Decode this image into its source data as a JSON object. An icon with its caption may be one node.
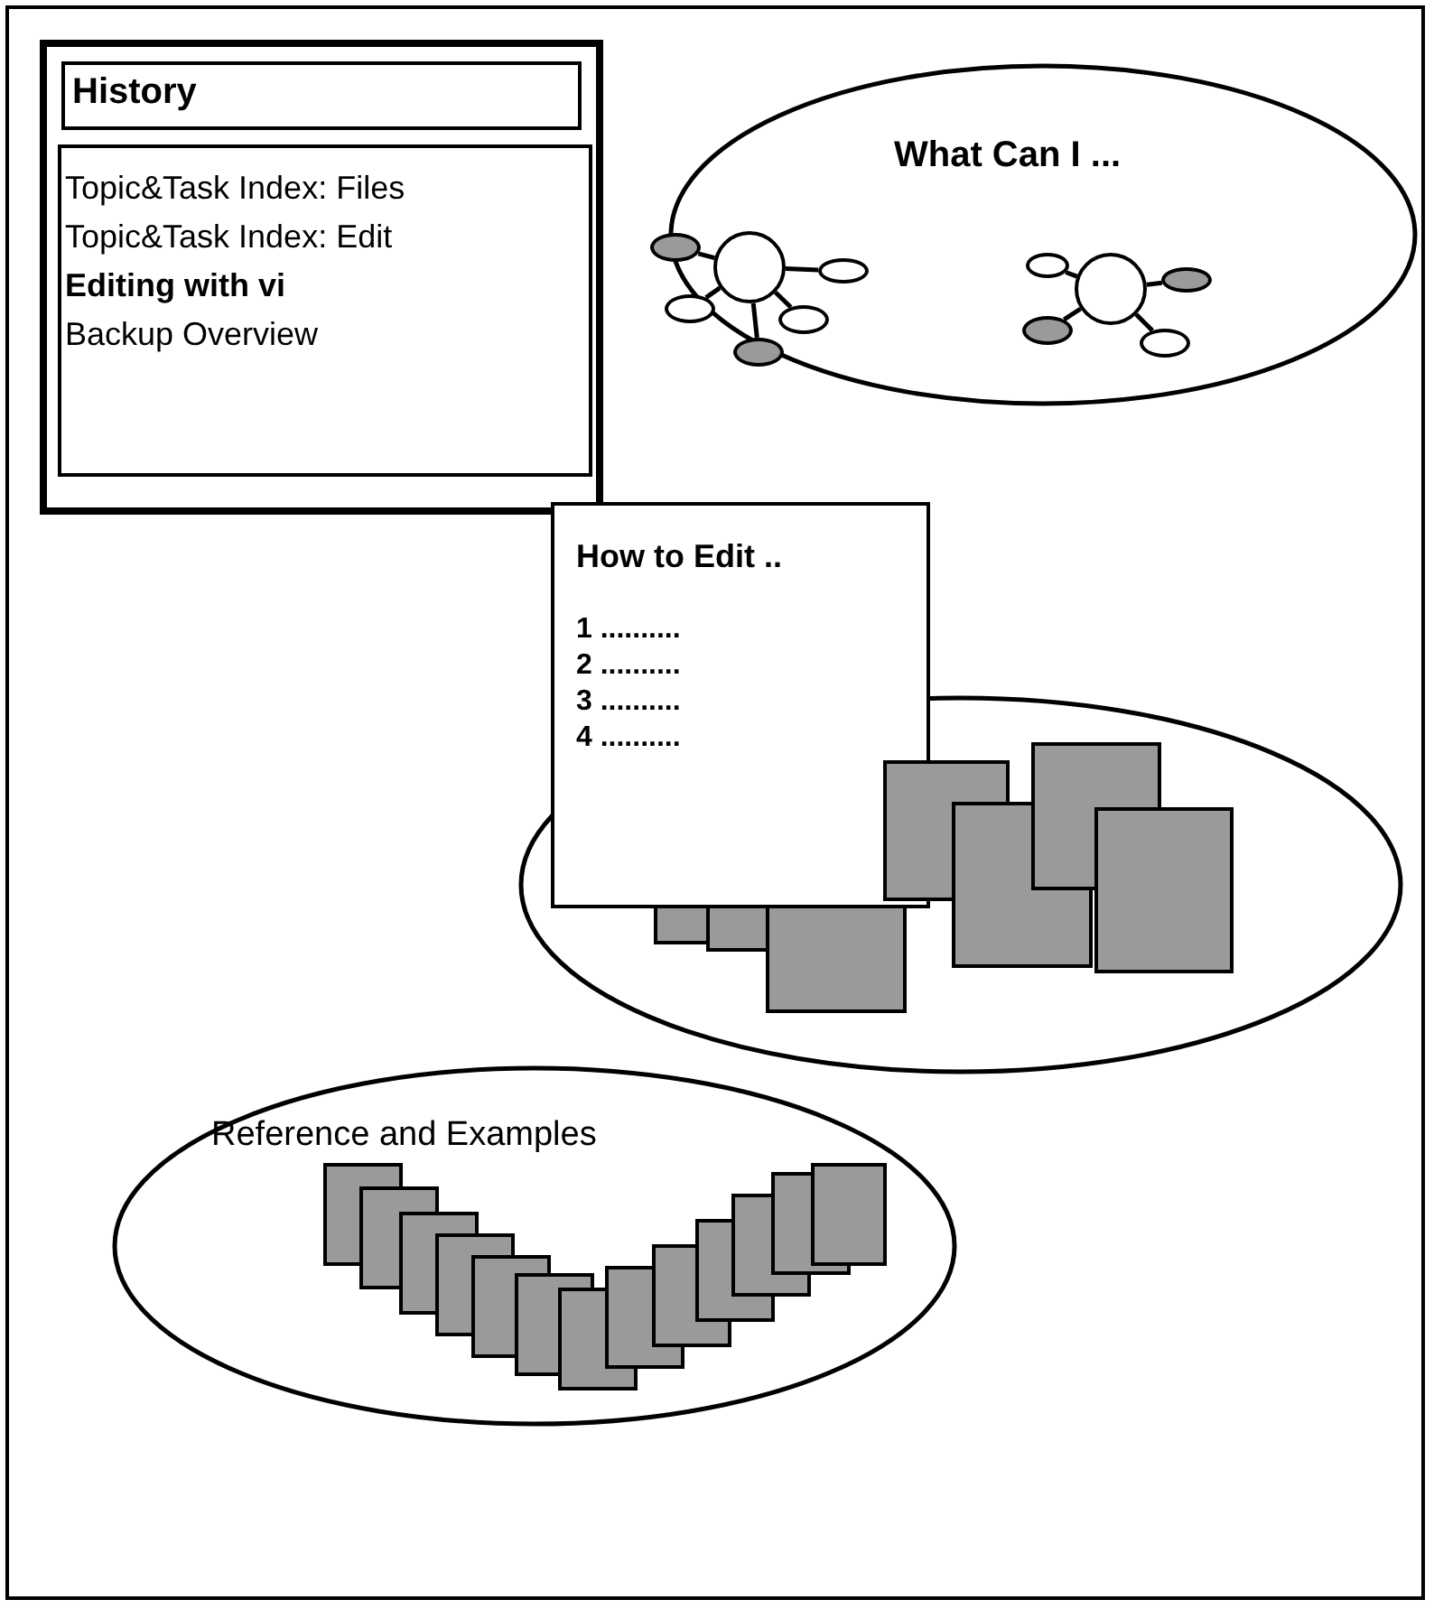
{
  "diagram": {
    "nodes": [
      {
        "text": [
          "History",
          "Topic&Task Index: Files",
          "Topic&Task Index: Edit",
          "Editing with vi",
          "Backup Overview"
        ]
      },
      {
        "text": [
          "What Can I ..."
        ]
      },
      {
        "text": [],
        "shape": "circle",
        "in": 1
      },
      {
        "text": [],
        "shape": "ellipse",
        "in": 1
      },
      {
        "text": [],
        "shape": "ellipse",
        "in": 1
      },
      {
        "text": [],
        "shape": "ellipse",
        "in": 1
      },
      {
        "text": [],
        "shape": "ellipse",
        "in": 1
      },
      {
        "text": [],
        "shape": "ellipse",
        "in": 1
      },
      {
        "text": [],
        "shape": "circle",
        "in": 1
      },
      {
        "text": [],
        "shape": "ellipse",
        "in": 1
      },
      {
        "text": [],
        "shape": "ellipse",
        "in": 1
      },
      {
        "text": [],
        "shape": "ellipse",
        "in": 1
      },
      {
        "text": [],
        "shape": "ellipse",
        "in": 1
      },
      {
        "text": [],
        "shape": "ellipse"
      },
      {
        "text": [
          "How to Edit ..",
          "1 ..........",
          "2 ..........",
          "3 ..........",
          "4 .........."
        ]
      },
      {
        "text": [
          "Reference and Examples"
        ]
      }
    ],
    "edges": [
      {
        "from": 2,
        "to": 3,
        "arrow": "none"
      },
      {
        "from": 2,
        "to": 4,
        "arrow": "none"
      },
      {
        "from": 2,
        "to": 5,
        "arrow": "none"
      },
      {
        "from": 2,
        "to": 6,
        "arrow": "none"
      },
      {
        "from": 2,
        "to": 7,
        "arrow": "none"
      },
      {
        "from": 8,
        "to": 9,
        "arrow": "none"
      },
      {
        "from": 8,
        "to": 10,
        "arrow": "none"
      },
      {
        "from": 8,
        "to": 11,
        "arrow": "none"
      },
      {
        "from": 8,
        "to": 12,
        "arrow": "none"
      }
    ]
  }
}
